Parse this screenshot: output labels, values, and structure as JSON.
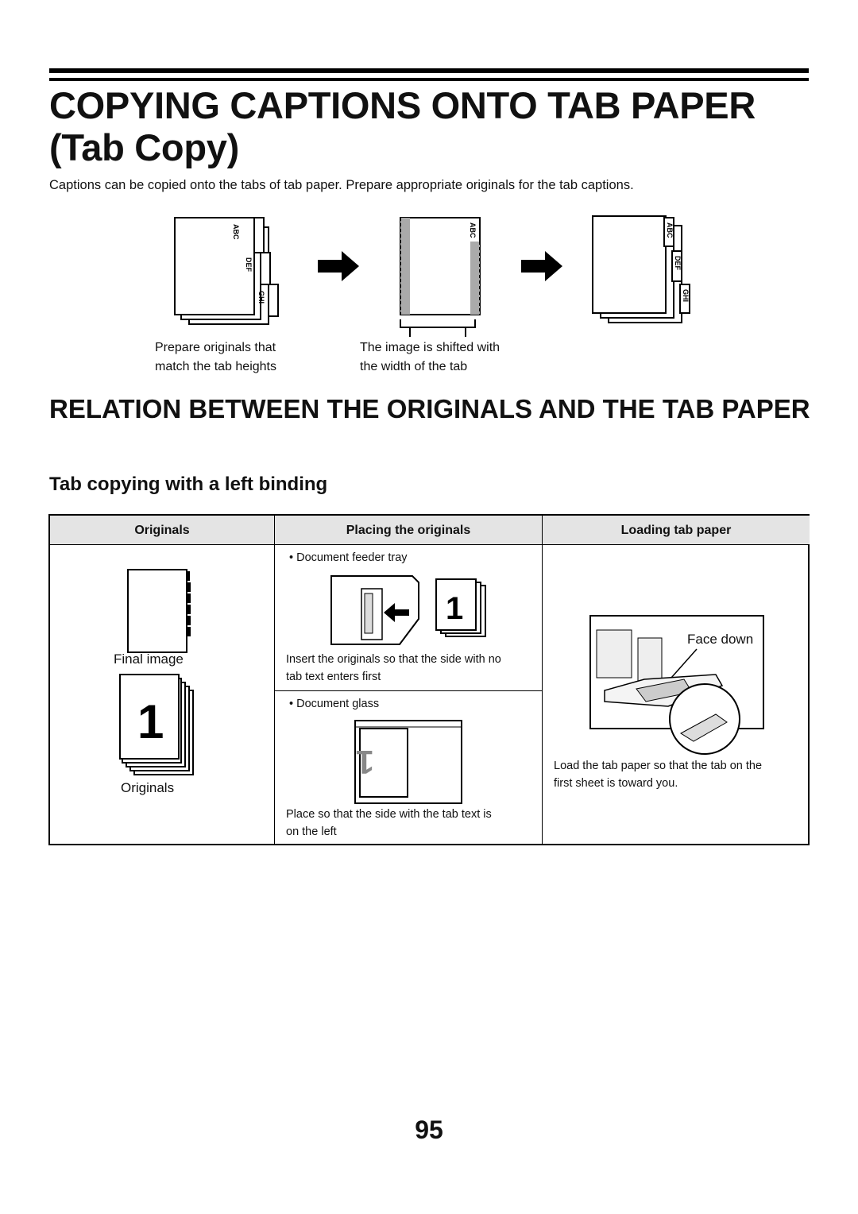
{
  "page": {
    "title_line1": "COPYING CAPTIONS ONTO TAB PAPER",
    "title_line2": "(Tab Copy)",
    "intro": "Captions can be copied onto the tabs of tab paper. Prepare appropriate originals for the tab captions.",
    "page_number": "95"
  },
  "figure": {
    "tab_labels": [
      "ABC",
      "DEF",
      "GHI"
    ],
    "caption_left_1": "Prepare originals that",
    "caption_left_2": "match the tab heights",
    "caption_mid_1": "The image is shifted with",
    "caption_mid_2": "the width of the tab"
  },
  "section": {
    "heading": "RELATION BETWEEN THE ORIGINALS AND THE TAB PAPER",
    "subheading": "Tab copying with a left binding"
  },
  "table": {
    "headers": [
      "Originals",
      "Placing the originals",
      "Loading tab paper"
    ],
    "originals": {
      "final_image_label": "Final image",
      "originals_label": "Originals",
      "sheet_number": "1"
    },
    "placing": {
      "feeder_bullet": "• Document feeder tray",
      "feeder_text_1": "Insert the originals so that the side with no",
      "feeder_text_2": "tab text enters first",
      "glass_bullet": "• Document glass",
      "glass_text_1": "Place so that the side with the tab text is",
      "glass_text_2": "on the left"
    },
    "loading": {
      "face_down": "Face down",
      "text_1": "Load the tab paper so that the tab on the",
      "text_2": "first sheet is toward you."
    }
  }
}
